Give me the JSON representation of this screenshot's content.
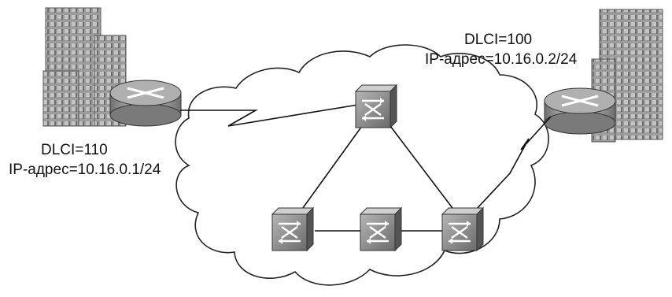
{
  "labels": {
    "left_dlci": "DLCI=110",
    "left_ip": "IP-адрес=10.16.0.1/24",
    "right_dlci": "DLCI=100",
    "right_ip": "IP-адрес=10.16.0.2/24"
  },
  "colors": {
    "building": "#8a8a8a",
    "router": "#9a9a9a",
    "switch": "#7a7a7a",
    "line": "#111111",
    "cloud_stroke": "#222222"
  },
  "icons": [
    "building-icon",
    "router-icon",
    "frame-relay-switch-icon",
    "cloud-icon"
  ]
}
